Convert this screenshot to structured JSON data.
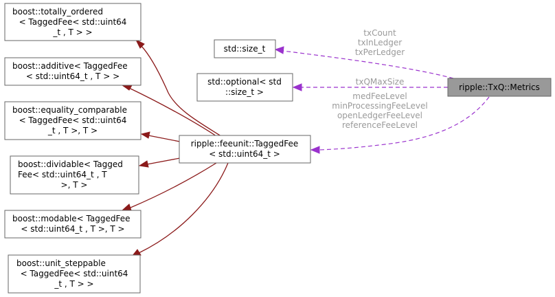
{
  "nodes": {
    "totally_ordered": [
      "boost::totally_ordered",
      "< TaggedFee< std::uint64",
      "_t , T > >"
    ],
    "additive": [
      "boost::additive< TaggedFee",
      "< std::uint64_t , T > >"
    ],
    "equality_comparable": [
      "boost::equality_comparable",
      "< TaggedFee< std::uint64",
      "_t , T >, T >"
    ],
    "dividable": [
      "boost::dividable< Tagged",
      "Fee< std::uint64_t , T",
      ">, T >"
    ],
    "modable": [
      "boost::modable< TaggedFee",
      "< std::uint64_t , T >, T >"
    ],
    "unit_steppable": [
      "boost::unit_steppable",
      "< TaggedFee< std::uint64",
      "_t , T > >"
    ],
    "size_t": [
      "std::size_t"
    ],
    "optional": [
      "std::optional< std",
      "::size_t >"
    ],
    "tagged_fee": [
      "ripple::feeunit::TaggedFee",
      "< std::uint64_t >"
    ],
    "metrics": [
      "ripple::TxQ::Metrics"
    ]
  },
  "edge_labels": {
    "size_t": [
      "txCount",
      "txInLedger",
      "txPerLedger"
    ],
    "optional": [
      "txQMaxSize"
    ],
    "tagged_fee": [
      "medFeeLevel",
      "minProcessingFeeLevel",
      "openLedgerFeeLevel",
      "referenceFeeLevel"
    ]
  }
}
